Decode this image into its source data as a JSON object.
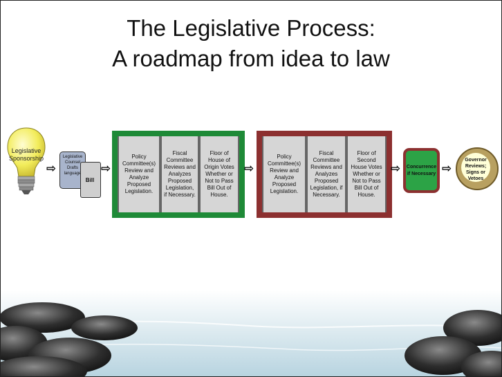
{
  "title": {
    "line1": "The Legislative Process:",
    "line2": "A roadmap from idea to law"
  },
  "steps": {
    "sponsorship": "Legislative Sponsorship",
    "counsel": "Legislative Counsel Drafts language",
    "bill": "Bill",
    "origin_policy": "Policy Committee(s) Review and Analyze Proposed Legislation.",
    "origin_fiscal": "Fiscal Committee Reviews and Analyzes Proposed Legislation, if Necessary.",
    "origin_floor": "Floor of House of Origin Votes Whether or Not to Pass Bill Out of House.",
    "second_policy": "Policy Committee(s) Review and Analyze Proposed Legislation.",
    "second_fiscal": "Fiscal Committee Reviews and Analyzes Proposed Legislation, if Necessary.",
    "second_floor": "Floor of Second House Votes Whether or Not to Pass Bill Out of House.",
    "concurrence": "Concurrence if Necessary",
    "governor": "Governor Reviews; Signs or Vetoes"
  },
  "arrows": {
    "glyph": "⇨"
  },
  "colors": {
    "house_of_origin": "#1e8a37",
    "second_house": "#8c3030",
    "step_fill": "#d6d6d6",
    "bulb": "#f2ec5a",
    "counsel_box": "#a8b4cc",
    "concurrence": "#2ca346",
    "water": "#cfe4ee"
  },
  "icons": {
    "sponsorship": "lightbulb-icon",
    "bill": "document-scroll-icon",
    "governor": "state-seal-icon"
  }
}
